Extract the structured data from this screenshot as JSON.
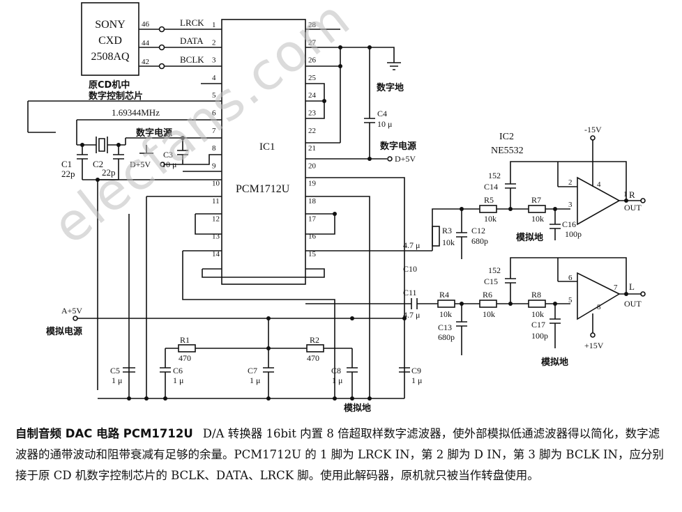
{
  "chip_sony": {
    "line1": "SONY",
    "line2": "CXD",
    "line3": "2508AQ",
    "pins": [
      "46",
      "44",
      "42"
    ]
  },
  "orig_cd_label": {
    "line1": "原CD机中",
    "line2": "数字控制芯片"
  },
  "signals": {
    "lrck": "LRCK",
    "data": "DATA",
    "bclk": "BCLK"
  },
  "crystal_freq": "1.69344MHz",
  "ic1": {
    "ref": "IC1",
    "part": "PCM1712U",
    "left_pins": [
      "1",
      "2",
      "3",
      "4",
      "5",
      "6",
      "7",
      "8",
      "9",
      "10",
      "11",
      "12",
      "13",
      "14"
    ],
    "right_pins": [
      "28",
      "27",
      "26",
      "25",
      "24",
      "23",
      "22",
      "21",
      "20",
      "19",
      "18",
      "17",
      "16",
      "15"
    ]
  },
  "ic2": {
    "ref": "IC2",
    "part": "NE5532",
    "pins_r": [
      "2",
      "3",
      "4"
    ],
    "pins_l": [
      "6",
      "5",
      "8"
    ],
    "out_r_pin": "1",
    "out_l_pin": "7"
  },
  "labels": {
    "digital_ground": "数字地",
    "digital_power": "数字电源",
    "digital_power2": "数字电源",
    "analog_power": "模拟电源",
    "analog_ground_1": "模拟地",
    "analog_ground_2": "模拟地",
    "analog_ground_3": "模拟地"
  },
  "supplies": {
    "d5v_a": "D+5V",
    "d5v_b": "D+5V",
    "a5v": "A+5V",
    "neg15": "-15V",
    "pos15": "+15V"
  },
  "outputs": {
    "r": "R",
    "l": "L",
    "out_r": "OUT",
    "out_l": "OUT"
  },
  "components": {
    "C1": {
      "ref": "C1",
      "val": "22p"
    },
    "C2": {
      "ref": "C2",
      "val": "22p"
    },
    "C3": {
      "ref": "C3",
      "val": "10 μ"
    },
    "C4": {
      "ref": "C4",
      "val": "10 μ"
    },
    "C5": {
      "ref": "C5",
      "val": "1 μ"
    },
    "C6": {
      "ref": "C6",
      "val": "1 μ"
    },
    "C7": {
      "ref": "C7",
      "val": "1 μ"
    },
    "C8": {
      "ref": "C8",
      "val": "1 μ"
    },
    "C9": {
      "ref": "C9",
      "val": "1 μ"
    },
    "C10": {
      "ref": "C10",
      "val": "4.7 μ"
    },
    "C11": {
      "ref": "C11",
      "val": "4.7 μ"
    },
    "C12": {
      "ref": "C12",
      "val": "680p"
    },
    "C13": {
      "ref": "C13",
      "val": "680p"
    },
    "C14": {
      "ref": "C14",
      "val": "152"
    },
    "C15": {
      "ref": "C15",
      "val": "152"
    },
    "C16": {
      "ref": "C16",
      "val": "100p"
    },
    "C17": {
      "ref": "C17",
      "val": "100p"
    },
    "R1": {
      "ref": "R1",
      "val": "470"
    },
    "R2": {
      "ref": "R2",
      "val": "470"
    },
    "R3": {
      "ref": "R3",
      "val": "10k"
    },
    "R4": {
      "ref": "R4",
      "val": "10k"
    },
    "R5": {
      "ref": "R5",
      "val": "10k"
    },
    "R6": {
      "ref": "R6",
      "val": "10k"
    },
    "R7": {
      "ref": "R7",
      "val": "10k"
    },
    "R8": {
      "ref": "R8",
      "val": "10k"
    }
  },
  "caption": {
    "title": "自制音频 DAC 电路 PCM1712U",
    "body": "D/A 转换器 16bit 内置 8 倍超取样数字滤波器，使外部模拟低通滤波器得以简化，数字滤波器的通带波动和阻带衰减有足够的余量。PCM1712U 的 1 脚为 LRCK IN，第 2 脚为 D IN，第 3 脚为 BCLK IN，应分别接于原 CD 机数字控制芯片的 BCLK、DATA、LRCK 脚。使用此解码器，原机就只被当作转盘使用。"
  },
  "watermark": "elecfans.com"
}
